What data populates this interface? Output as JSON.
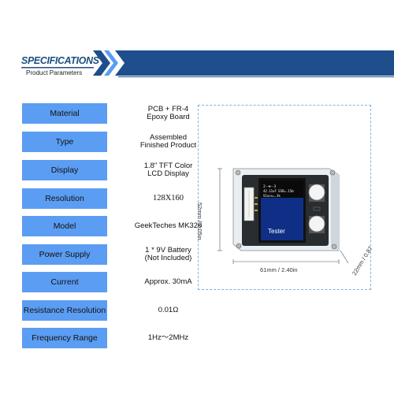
{
  "header": {
    "title": "SPECIFICATIONS",
    "subtitle": "Product Parameters"
  },
  "specs": [
    {
      "label": "Material",
      "value": "PCB + FR-4\nEpoxy Board"
    },
    {
      "label": "Type",
      "value": "Assembled\nFinished Product"
    },
    {
      "label": "Display",
      "value": "1.8\" TFT Color\nLCD Display"
    },
    {
      "label": "Resolution",
      "value": "128X160"
    },
    {
      "label": "Model",
      "value": "GeekTeches MK328"
    },
    {
      "label": "Power Supply",
      "value": "1 * 9V Battery\n(Not Included)"
    },
    {
      "label": "Current",
      "value": "Approx. 30mA"
    },
    {
      "label": "Resistance Resolution",
      "value": "0.01Ω"
    },
    {
      "label": "Frequency Range",
      "value": "1Hz～2MHz"
    }
  ],
  "figure": {
    "dim_height": "52mm / 2.05in",
    "dim_width": "61mm / 2.40in",
    "dim_depth": "22mm / 0.87",
    "screen_line1": "2-⊣⊢-3",
    "screen_line2": "42.11uF ESR=.15Ω",
    "screen_line3": "V1oss=.3%",
    "screen_brand": "Tester"
  },
  "colors": {
    "label_bg": "#5b9df2",
    "header_banner": "#1f4e8c",
    "header_accent": "#5b9df2",
    "frame_border": "#7fb3e6"
  }
}
